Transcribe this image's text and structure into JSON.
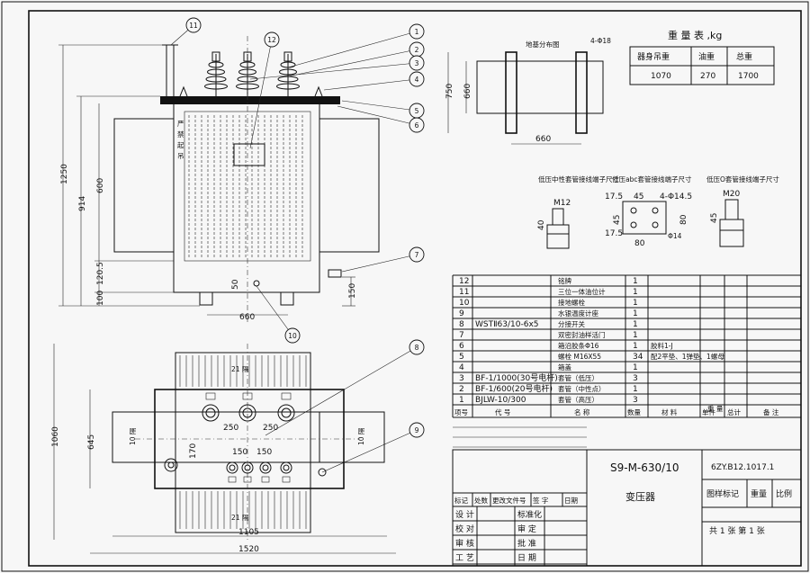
{
  "front": {
    "tank_label": [
      "严",
      "禁",
      "起",
      "吊"
    ],
    "dims": [
      "1250",
      "914",
      "600",
      "120.5",
      "100",
      "660",
      "50",
      "150"
    ]
  },
  "balloons": [
    "1",
    "2",
    "3",
    "4",
    "5",
    "6",
    "7",
    "8",
    "9",
    "10",
    "11",
    "12"
  ],
  "top": {
    "label": "21 隔",
    "label_side": "10 隔",
    "dims": [
      "1060",
      "645",
      "1105",
      "1520",
      "250",
      "150",
      "170"
    ]
  },
  "foundation": {
    "title": "地基分布图",
    "bolt": "4-Φ18",
    "dims": [
      "750",
      "660"
    ]
  },
  "weight": {
    "title": "重 量 表 ,kg",
    "headers": [
      "器身吊重",
      "油重",
      "总重"
    ],
    "values": [
      "1070",
      "270",
      "1700"
    ]
  },
  "details": {
    "titles": [
      "低压中性套管接线端子尺寸",
      "低压abc套管接线端子尺寸",
      "低压O套管接线端子尺寸"
    ],
    "labels": [
      "M12",
      "40",
      "17.5",
      "45",
      "4-Φ14.5",
      "80",
      "Φ14",
      "M20"
    ]
  },
  "parts": {
    "header": [
      "项号",
      "代  号",
      "名  称",
      "数量",
      "材  料",
      "单件",
      "总计",
      "备  注"
    ],
    "header_sub": "重 量",
    "rows": [
      {
        "no": "12",
        "code": "",
        "name": "铭牌",
        "qty": "1",
        "mat": ""
      },
      {
        "no": "11",
        "code": "",
        "name": "三位一体油位计",
        "qty": "1",
        "mat": ""
      },
      {
        "no": "10",
        "code": "",
        "name": "接地螺栓",
        "qty": "1",
        "mat": ""
      },
      {
        "no": "9",
        "code": "",
        "name": "水银温度计座",
        "qty": "1",
        "mat": ""
      },
      {
        "no": "8",
        "code": "WSTⅡ63/10-6x5",
        "name": "分接开关",
        "qty": "1",
        "mat": ""
      },
      {
        "no": "7",
        "code": "",
        "name": "双密封油样活门",
        "qty": "1",
        "mat": ""
      },
      {
        "no": "6",
        "code": "",
        "name": "箱沿胶条Φ16",
        "qty": "1",
        "mat": "胶料1-J"
      },
      {
        "no": "5",
        "code": "",
        "name": "螺栓 M16X55",
        "qty": "34",
        "mat": "配2平垫、1弹垫、1螺母"
      },
      {
        "no": "4",
        "code": "",
        "name": "箱盖",
        "qty": "1",
        "mat": ""
      },
      {
        "no": "3",
        "code": "BF-1/1000(30号电杆)",
        "name": "套管（低压）",
        "qty": "3",
        "mat": ""
      },
      {
        "no": "2",
        "code": "BF-1/600(20号电杆)",
        "name": "套管（中性点）",
        "qty": "1",
        "mat": ""
      },
      {
        "no": "1",
        "code": "BJLW-10/300",
        "name": "套管（高压）",
        "qty": "3",
        "mat": ""
      }
    ]
  },
  "title_block": {
    "model": "S9-M-630/10",
    "product": "变压器",
    "drawing_no": "6ZY.B12.1017.1",
    "stage": "图样标记",
    "weight": "重量",
    "scale": "比例",
    "sheets": "共  1  张  第  1  张",
    "grid_top": [
      "标记",
      "处数",
      "更改文件号",
      "签  字",
      "日期"
    ],
    "grid_left": [
      "设  计",
      "校  对",
      "审  核",
      "工  艺"
    ],
    "grid_right": [
      "标准化",
      "审  定",
      "批  准",
      "日  期"
    ]
  }
}
